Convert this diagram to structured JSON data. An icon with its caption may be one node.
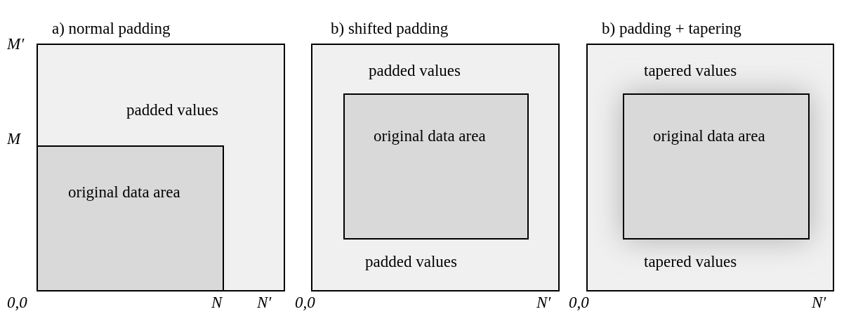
{
  "diagram": {
    "nodes": [
      {
        "text": [
          "a) normal padding",
          "padded values"
        ]
      },
      {
        "text": [
          "original data area"
        ],
        "in": 0
      },
      {
        "text": [
          "b) shifted padding",
          "padded values",
          "padded values"
        ]
      },
      {
        "text": [
          "original data area"
        ],
        "in": 2
      },
      {
        "text": [
          "b) padding + tapering",
          "tapered values",
          "tapered values"
        ]
      },
      {
        "text": [
          "original data area"
        ],
        "in": 4
      }
    ],
    "edges": [],
    "labels": [
      "M′",
      "M",
      "0,0",
      "N",
      "N′",
      "0,0",
      "N′",
      "0,0",
      "N′"
    ]
  }
}
